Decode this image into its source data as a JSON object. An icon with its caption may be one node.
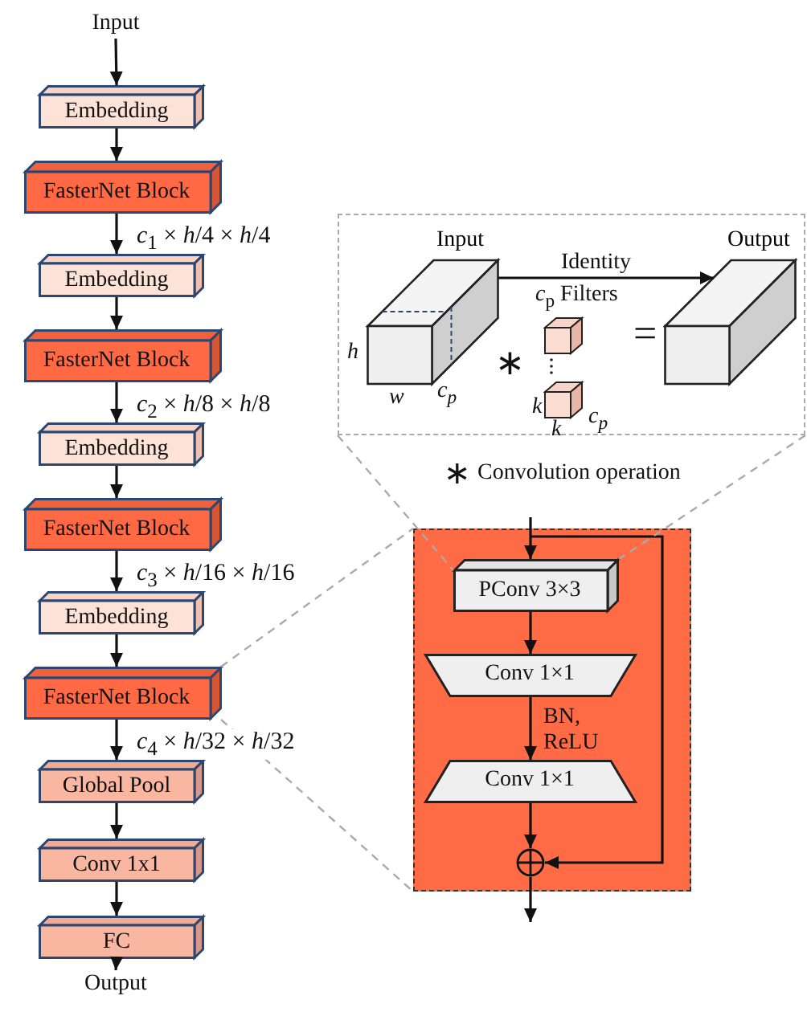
{
  "diagram": {
    "nodes": [
      {
        "text": [
          "Input"
        ]
      },
      {
        "text": [
          "Embedding"
        ]
      },
      {
        "text": [
          "FasterNet Block"
        ]
      },
      {
        "text": [
          "Embedding"
        ]
      },
      {
        "text": [
          "FasterNet Block"
        ]
      },
      {
        "text": [
          "Embedding"
        ]
      },
      {
        "text": [
          "FasterNet Block"
        ]
      },
      {
        "text": [
          "Embedding"
        ]
      },
      {
        "text": [
          "FasterNet Block"
        ]
      },
      {
        "text": [
          "Global Pool"
        ]
      },
      {
        "text": [
          "Conv 1x1"
        ]
      },
      {
        "text": [
          "FC"
        ]
      },
      {
        "text": [
          "Output"
        ]
      },
      {
        "text": [],
        "shape": "box"
      },
      {
        "text": [
          "Input"
        ],
        "in": 13,
        "beside": [
          "h",
          "w",
          "c$_{p}$"
        ]
      },
      {
        "text": [
          "Output"
        ],
        "in": 13
      },
      {
        "text": [],
        "shape": "box"
      },
      {
        "text": [
          "PConv 3×3"
        ],
        "in": 16
      },
      {
        "text": [
          "Conv 1×1"
        ],
        "in": 16
      },
      {
        "text": [
          "Conv 1×1"
        ],
        "in": 16
      },
      {
        "text": [],
        "shape": "circle",
        "in": 16
      }
    ],
    "edges": [
      {
        "from": 0,
        "to": 1,
        "arrow": "to"
      },
      {
        "from": 1,
        "to": 2,
        "arrow": "to"
      },
      {
        "from": 2,
        "to": 3,
        "arrow": "to",
        "label": "*c*$_{1}$ × *h*/4 × *h*/4"
      },
      {
        "from": 3,
        "to": 4,
        "arrow": "to"
      },
      {
        "from": 4,
        "to": 5,
        "arrow": "to",
        "label": "*c*$_{2}$ × *h*/8 × *h*/8"
      },
      {
        "from": 5,
        "to": 6,
        "arrow": "to"
      },
      {
        "from": 6,
        "to": 7,
        "arrow": "to",
        "label": "*c*$_{3}$ × *h*/16 × *h*/16"
      },
      {
        "from": 7,
        "to": 8,
        "arrow": "to"
      },
      {
        "from": 8,
        "to": 9,
        "arrow": "to",
        "label": "*c*$_{4}$ × *h*/32 × *h*/32"
      },
      {
        "from": 9,
        "to": 10,
        "arrow": "to"
      },
      {
        "from": 10,
        "to": 11,
        "arrow": "to"
      },
      {
        "from": 11,
        "to": 12,
        "arrow": "to"
      },
      {
        "from": 14,
        "to": 15,
        "arrow": "to",
        "label": "Identity"
      },
      {
        "from": null,
        "to": 17,
        "arrow": "to"
      },
      {
        "from": 17,
        "to": 18,
        "arrow": "to"
      },
      {
        "from": 18,
        "to": 19,
        "arrow": "to",
        "label": "BN, ReLU"
      },
      {
        "from": 19,
        "to": 20,
        "arrow": "to"
      },
      {
        "from": null,
        "to": 20,
        "arrow": "to"
      },
      {
        "from": 20,
        "to": null,
        "arrow": "to"
      },
      {
        "from": 8,
        "to": 16,
        "arrow": "none",
        "style": "dashed",
        "color": "#aaaaaa"
      },
      {
        "from": 8,
        "to": 16,
        "arrow": "none",
        "style": "dashed",
        "color": "#aaaaaa"
      },
      {
        "from": 13,
        "to": 17,
        "arrow": "none",
        "style": "dashed",
        "color": "#aaaaaa"
      },
      {
        "from": 13,
        "to": 17,
        "arrow": "none",
        "style": "dashed",
        "color": "#aaaaaa"
      }
    ],
    "labels": [
      "*c*$_{p}$ Filters",
      "∗",
      "=",
      "k",
      "k",
      "c$_{p}$",
      "∗",
      "Convolution operation"
    ]
  }
}
